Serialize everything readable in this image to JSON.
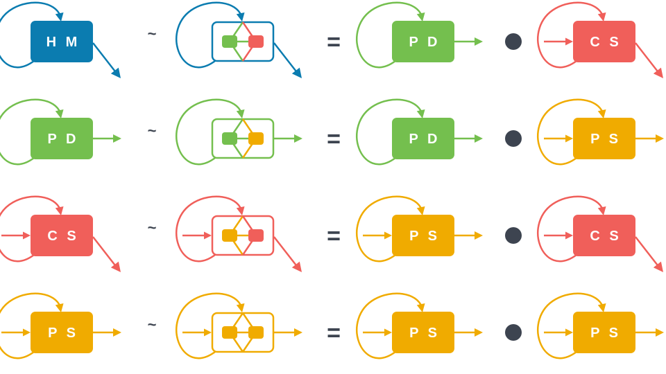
{
  "colors": {
    "HM": "#0b7cb0",
    "PD": "#74bf4e",
    "CS": "#f05f5a",
    "PS": "#f0ab00",
    "operator": "#3d4450"
  },
  "operators": {
    "similar": "~",
    "equals": "="
  },
  "rows": [
    {
      "lhs": {
        "label": "H M",
        "type": "HM",
        "in_arrow": false,
        "out": "diag"
      },
      "composite": {
        "frame": "HM",
        "inner_left": "PD",
        "inner_right": "CS",
        "in_arrow": false,
        "out": "diag"
      },
      "factor1": {
        "label": "P D",
        "type": "PD",
        "in_arrow": false,
        "out": "right"
      },
      "factor2": {
        "label": "C S",
        "type": "CS",
        "in_arrow": true,
        "out": "diag"
      }
    },
    {
      "lhs": {
        "label": "P D",
        "type": "PD",
        "in_arrow": false,
        "out": "right"
      },
      "composite": {
        "frame": "PD",
        "inner_left": "PD",
        "inner_right": "PS",
        "in_arrow": false,
        "out": "right"
      },
      "factor1": {
        "label": "P D",
        "type": "PD",
        "in_arrow": false,
        "out": "right"
      },
      "factor2": {
        "label": "P S",
        "type": "PS",
        "in_arrow": true,
        "out": "right"
      }
    },
    {
      "lhs": {
        "label": "C S",
        "type": "CS",
        "in_arrow": true,
        "out": "diag"
      },
      "composite": {
        "frame": "CS",
        "inner_left": "PS",
        "inner_right": "CS",
        "in_arrow": true,
        "out": "diag"
      },
      "factor1": {
        "label": "P S",
        "type": "PS",
        "in_arrow": true,
        "out": "right"
      },
      "factor2": {
        "label": "C S",
        "type": "CS",
        "in_arrow": true,
        "out": "diag"
      }
    },
    {
      "lhs": {
        "label": "P S",
        "type": "PS",
        "in_arrow": true,
        "out": "right"
      },
      "composite": {
        "frame": "PS",
        "inner_left": "PS",
        "inner_right": "PS",
        "in_arrow": true,
        "out": "right"
      },
      "factor1": {
        "label": "P S",
        "type": "PS",
        "in_arrow": true,
        "out": "right"
      },
      "factor2": {
        "label": "P S",
        "type": "PS",
        "in_arrow": true,
        "out": "right"
      }
    }
  ]
}
